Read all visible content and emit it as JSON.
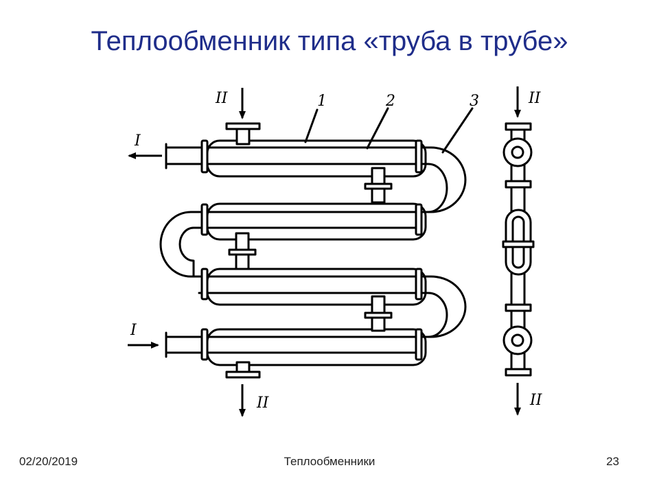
{
  "slide": {
    "title": "Теплообменник типа «труба в трубе»",
    "date": "02/20/2019",
    "footer_center": "Теплообменники",
    "page_number": "23"
  },
  "diagram": {
    "labels": {
      "part_1": "1",
      "part_2": "2",
      "part_3": "3",
      "stream_I_out": "I",
      "stream_I_in": "I",
      "stream_II_in_front": "II",
      "stream_II_out_front": "II",
      "stream_II_in_side": "II",
      "stream_II_out_side": "II"
    }
  }
}
